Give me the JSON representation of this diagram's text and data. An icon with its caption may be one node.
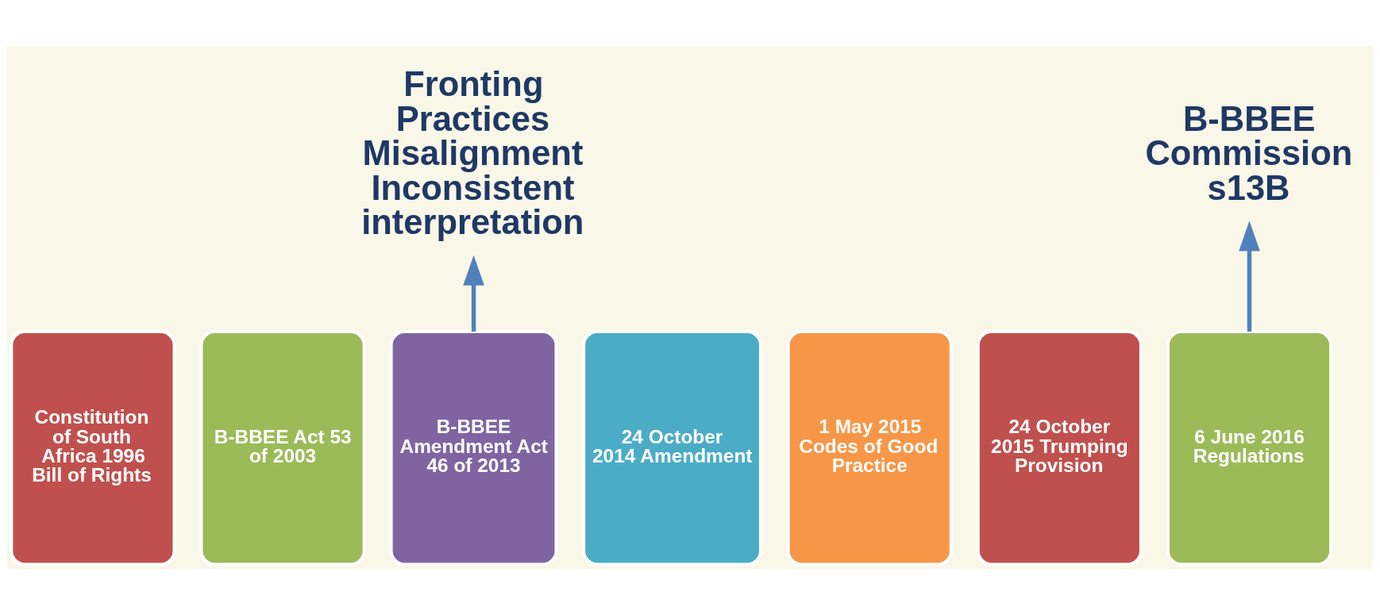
{
  "diagram": {
    "nodes": [
      {
        "text": [
          "Constitution of South Africa 1996",
          "Bill of Rights"
        ]
      },
      {
        "text": [
          "B-BBEE Act 53 of 2003"
        ]
      },
      {
        "text": [
          "B-BBEE Amendment Act 46 of 2013"
        ]
      },
      {
        "text": [
          "24 October 2014 Amendment"
        ]
      },
      {
        "text": [
          "1 May 2015 Codes of Good Practice"
        ]
      },
      {
        "text": [
          "24 October 2015 Trumping Provision"
        ]
      },
      {
        "text": [
          "6 June 2016 Regulations"
        ]
      },
      {
        "text": [
          "Fronting Practices",
          "Misalignment",
          "Inconsistent interpretation"
        ]
      },
      {
        "text": [
          "B-BBEE Commission s13B"
        ]
      }
    ],
    "edges": [
      {
        "from": 2,
        "to": 7,
        "arrow": "to"
      },
      {
        "from": 6,
        "to": 8,
        "arrow": "to"
      }
    ]
  }
}
